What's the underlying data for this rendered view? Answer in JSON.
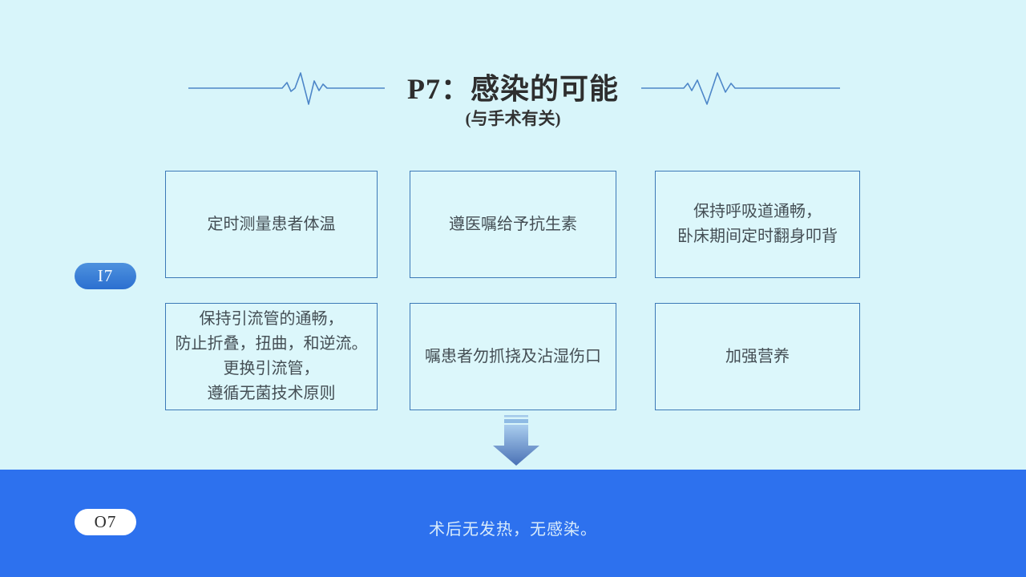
{
  "slide": {
    "title": "P7：感染的可能",
    "subtitle": "(与手术有关)",
    "index_badge": "I7",
    "outcome_badge": "O7",
    "outcome_text": "术后无发热，无感染。"
  },
  "boxes": [
    "定时测量患者体温",
    "遵医嘱给予抗生素",
    "保持呼吸道通畅，\n卧床期间定时翻身叩背",
    "保持引流管的通畅，\n防止折叠，扭曲，和逆流。\n更换引流管，\n遵循无菌技术原则",
    "嘱患者勿抓挠及沾湿伤口",
    "加强营养"
  ],
  "icons": {
    "left_decoration": "heartbeat-line-icon",
    "right_decoration": "heartbeat-line-icon",
    "flow_indicator": "down-arrow-icon"
  },
  "colors": {
    "background": "#d8f5fa",
    "box_fill": "#dcf7fb",
    "box_border": "#3c79b7",
    "bottom_bar": "#2d71ee",
    "index_badge_fill": "#2f7cd8",
    "outcome_badge_fill": "#ffffff",
    "heartbeat_line": "#4d86c8",
    "title_text": "#2e2e2e",
    "box_text": "#444e54",
    "outcome_text": "#d8ebfb"
  }
}
